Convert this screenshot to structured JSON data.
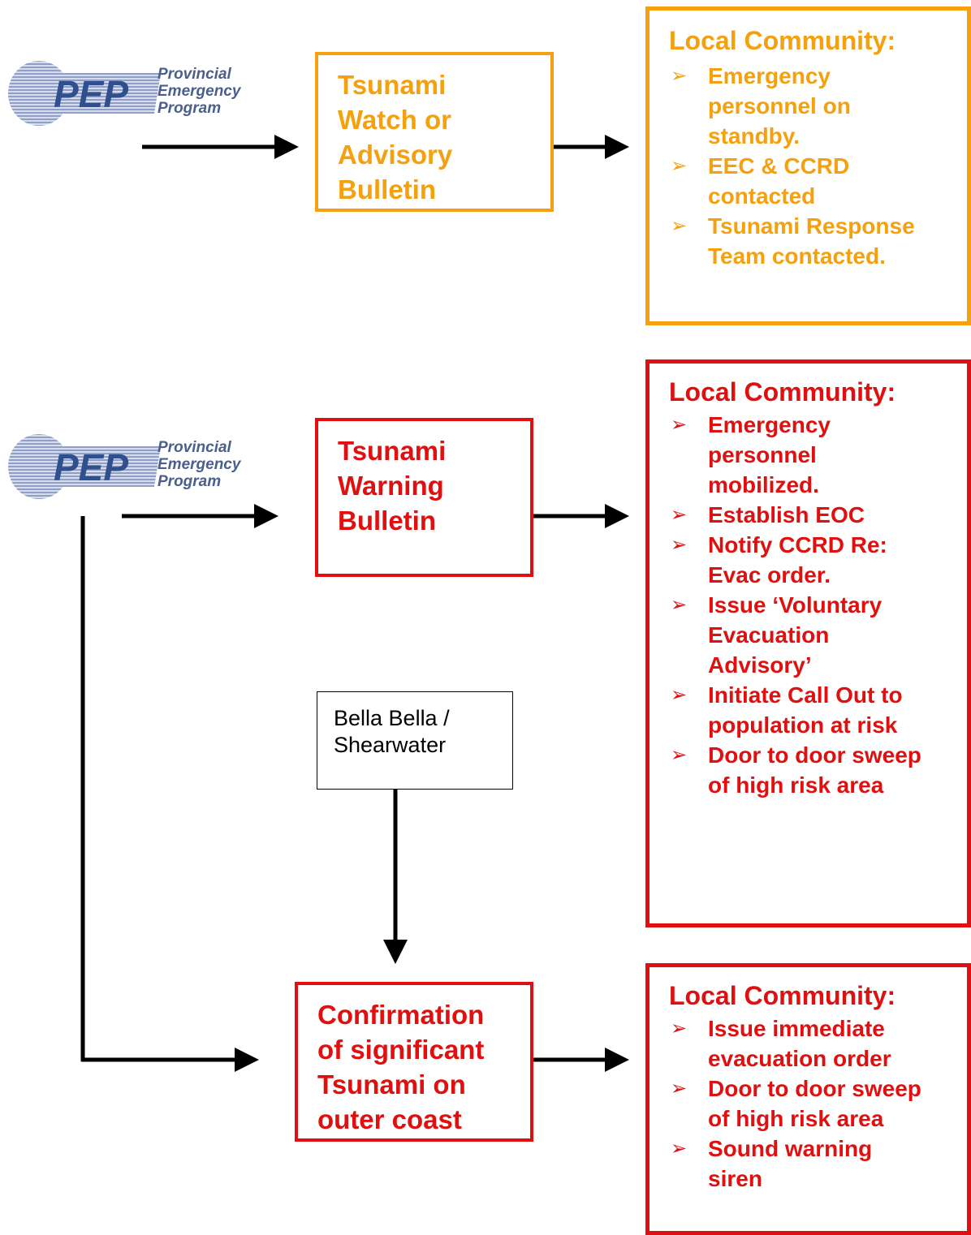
{
  "logos": [
    {
      "text_line1": "Provincial",
      "text_line2": "Emergency",
      "text_line3": "Program",
      "mark": "PEP"
    },
    {
      "text_line1": "Provincial",
      "text_line2": "Emergency",
      "text_line3": "Program",
      "mark": "PEP"
    }
  ],
  "bulletins": {
    "watch": [
      "Tsunami",
      "Watch or",
      "Advisory",
      "Bulletin"
    ],
    "warning": [
      "Tsunami",
      "Warning",
      "Bulletin"
    ],
    "confirmation": [
      "Confirmation",
      "of significant",
      "Tsunami on",
      "outer coast"
    ]
  },
  "source_box": [
    "Bella Bella /",
    "Shearwater"
  ],
  "community_watch": {
    "title": "Local Community:",
    "items": [
      [
        "Emergency",
        "personnel on",
        "standby."
      ],
      [
        "EEC & CCRD",
        "contacted"
      ],
      [
        "Tsunami Response",
        "Team contacted."
      ]
    ]
  },
  "community_warning": {
    "title": "Local Community:",
    "items": [
      [
        "Emergency",
        "personnel",
        "mobilized."
      ],
      [
        "Establish EOC"
      ],
      [
        "Notify CCRD Re:",
        "Evac order."
      ],
      [
        "Issue ‘Voluntary",
        "Evacuation",
        "Advisory’"
      ],
      [
        "Initiate Call Out to",
        "population at risk"
      ],
      [
        "Door to door sweep",
        "of high risk area"
      ]
    ]
  },
  "community_confirmation": {
    "title": "Local Community:",
    "items": [
      [
        "Issue immediate",
        "evacuation order"
      ],
      [
        "Door to door sweep",
        "of high risk area"
      ],
      [
        "Sound warning",
        "siren"
      ]
    ]
  },
  "colors": {
    "orange": "#f5a00f",
    "red": "#e01010",
    "logo_blue": "#4a5f8c",
    "arrow": "#000000"
  }
}
